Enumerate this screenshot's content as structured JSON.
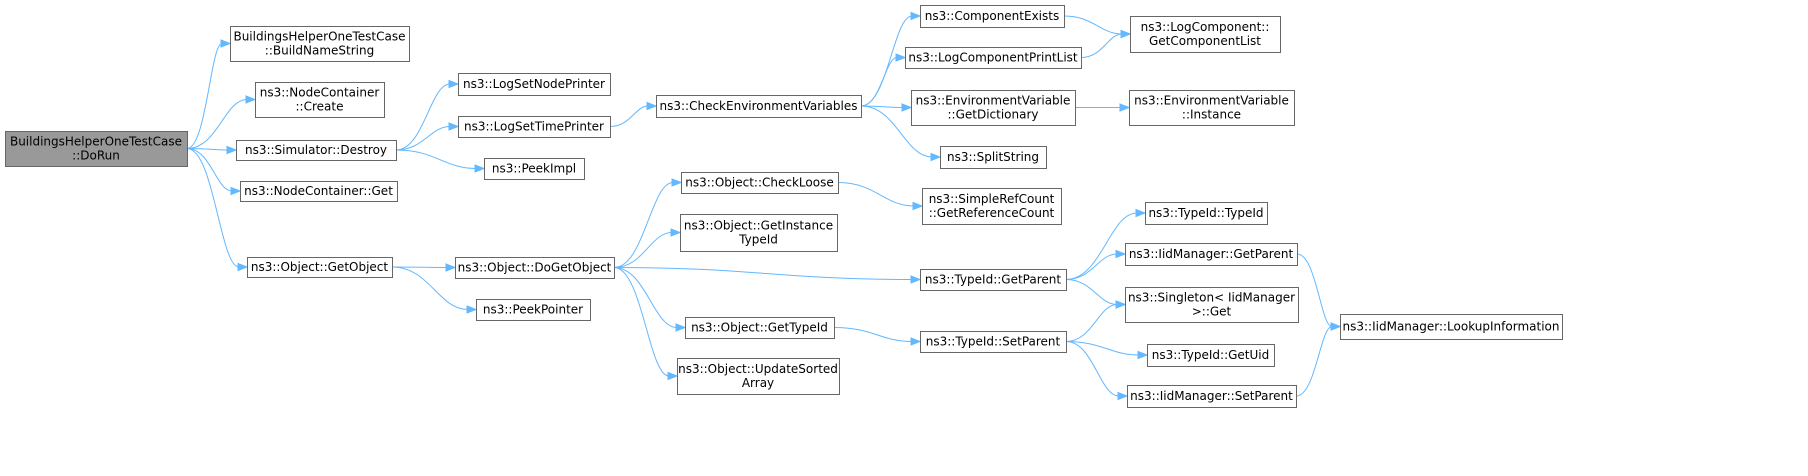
{
  "colors": {
    "edge": "#63b8ff",
    "node_fill": "#ffffff",
    "node_border": "#666666",
    "root_fill": "#999999",
    "root_border": "#666666",
    "text": "#000000"
  },
  "nodes": [
    {
      "id": "root",
      "lines": [
        "BuildingsHelperOneTestCase",
        "::DoRun"
      ],
      "highlight": true
    },
    {
      "id": "bns",
      "lines": [
        "BuildingsHelperOneTestCase",
        "::BuildNameString"
      ]
    },
    {
      "id": "ncc",
      "lines": [
        "ns3::NodeContainer",
        "::Create"
      ]
    },
    {
      "id": "sd",
      "lines": [
        "ns3::Simulator::Destroy"
      ]
    },
    {
      "id": "ncg",
      "lines": [
        "ns3::NodeContainer::Get"
      ]
    },
    {
      "id": "og",
      "lines": [
        "ns3::Object::GetObject"
      ]
    },
    {
      "id": "lsnp",
      "lines": [
        "ns3::LogSetNodePrinter"
      ]
    },
    {
      "id": "lstp",
      "lines": [
        "ns3::LogSetTimePrinter"
      ]
    },
    {
      "id": "pi",
      "lines": [
        "ns3::PeekImpl"
      ]
    },
    {
      "id": "ogo",
      "lines": [
        "ns3::Object::DoGetObject"
      ]
    },
    {
      "id": "pp",
      "lines": [
        "ns3::PeekPointer"
      ]
    },
    {
      "id": "cev",
      "lines": [
        "ns3::CheckEnvironmentVariables"
      ]
    },
    {
      "id": "ce",
      "lines": [
        "ns3::ComponentExists"
      ]
    },
    {
      "id": "lcpl",
      "lines": [
        "ns3::LogComponentPrintList"
      ]
    },
    {
      "id": "evgd",
      "lines": [
        "ns3::EnvironmentVariable",
        "::GetDictionary"
      ]
    },
    {
      "id": "ss",
      "lines": [
        "ns3::SplitString"
      ]
    },
    {
      "id": "lcgcl",
      "lines": [
        "ns3::LogComponent::",
        "GetComponentList"
      ]
    },
    {
      "id": "evi",
      "lines": [
        "ns3::EnvironmentVariable",
        "::Instance"
      ]
    },
    {
      "id": "ocl",
      "lines": [
        "ns3::Object::CheckLoose"
      ]
    },
    {
      "id": "ogit",
      "lines": [
        "ns3::Object::GetInstance",
        "TypeId"
      ]
    },
    {
      "id": "ogti",
      "lines": [
        "ns3::Object::GetTypeId"
      ]
    },
    {
      "id": "ousa",
      "lines": [
        "ns3::Object::UpdateSorted",
        "Array"
      ]
    },
    {
      "id": "srcgrc",
      "lines": [
        "ns3::SimpleRefCount",
        "::GetReferenceCount"
      ]
    },
    {
      "id": "tigp",
      "lines": [
        "ns3::TypeId::GetParent"
      ]
    },
    {
      "id": "tisp",
      "lines": [
        "ns3::TypeId::SetParent"
      ]
    },
    {
      "id": "titi",
      "lines": [
        "ns3::TypeId::TypeId"
      ]
    },
    {
      "id": "imgp",
      "lines": [
        "ns3::IidManager::GetParent"
      ]
    },
    {
      "id": "sgim",
      "lines": [
        "ns3::Singleton< IidManager",
        ">::Get"
      ]
    },
    {
      "id": "tigu",
      "lines": [
        "ns3::TypeId::GetUid"
      ]
    },
    {
      "id": "imsp",
      "lines": [
        "ns3::IidManager::SetParent"
      ]
    },
    {
      "id": "imli",
      "lines": [
        "ns3::IidManager::LookupInformation"
      ]
    }
  ],
  "edges": [
    [
      "root",
      "bns"
    ],
    [
      "root",
      "ncc"
    ],
    [
      "root",
      "sd"
    ],
    [
      "root",
      "ncg"
    ],
    [
      "root",
      "og"
    ],
    [
      "sd",
      "lsnp"
    ],
    [
      "sd",
      "lstp"
    ],
    [
      "sd",
      "pi"
    ],
    [
      "og",
      "ogo"
    ],
    [
      "og",
      "pp"
    ],
    [
      "lstp",
      "cev"
    ],
    [
      "cev",
      "ce"
    ],
    [
      "cev",
      "lcpl"
    ],
    [
      "cev",
      "evgd"
    ],
    [
      "cev",
      "ss"
    ],
    [
      "ce",
      "lcgcl"
    ],
    [
      "lcpl",
      "lcgcl"
    ],
    [
      "evgd",
      "evi"
    ],
    [
      "ogo",
      "ocl"
    ],
    [
      "ogo",
      "ogit"
    ],
    [
      "ogo",
      "tigp"
    ],
    [
      "ogo",
      "ogti"
    ],
    [
      "ogo",
      "ousa"
    ],
    [
      "ocl",
      "srcgrc"
    ],
    [
      "ogti",
      "tisp"
    ],
    [
      "tigp",
      "titi"
    ],
    [
      "tigp",
      "imgp"
    ],
    [
      "tigp",
      "sgim"
    ],
    [
      "tisp",
      "sgim"
    ],
    [
      "tisp",
      "tigu"
    ],
    [
      "tisp",
      "imsp"
    ],
    [
      "imgp",
      "imli"
    ],
    [
      "imsp",
      "imli"
    ]
  ]
}
